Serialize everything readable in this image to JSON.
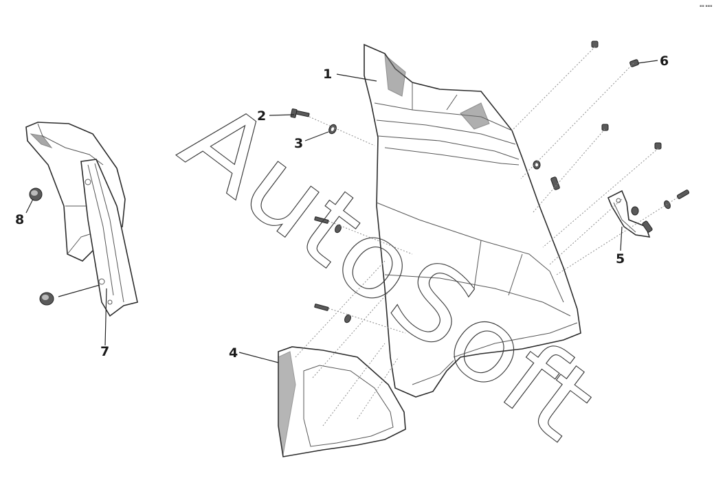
{
  "callouts": [
    {
      "id": "1",
      "label": "1"
    },
    {
      "id": "2",
      "label": "2"
    },
    {
      "id": "3",
      "label": "3"
    },
    {
      "id": "4",
      "label": "4"
    },
    {
      "id": "5",
      "label": "5"
    },
    {
      "id": "6",
      "label": "6"
    },
    {
      "id": "7",
      "label": "7"
    },
    {
      "id": "8",
      "label": "8"
    }
  ],
  "watermark": {
    "text": "AutoSoft"
  },
  "colors": {
    "line": "#222222",
    "dotted": "#8a8a8a",
    "shade": "#6e6e6e",
    "background": "#ffffff"
  }
}
